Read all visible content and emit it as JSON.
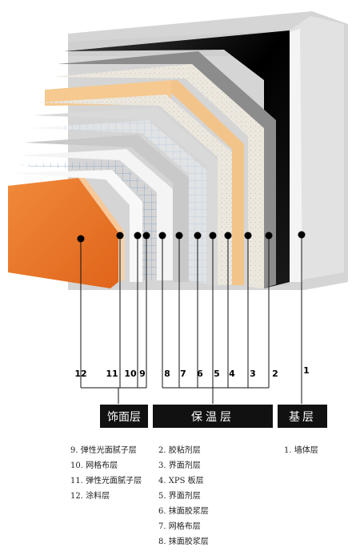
{
  "callout_numbers": [
    "12",
    "11",
    "10",
    "9",
    "8",
    "7",
    "6",
    "5",
    "4",
    "3",
    "2",
    "1"
  ],
  "groups": [
    {
      "label": "饰面层"
    },
    {
      "label": "保温层"
    },
    {
      "label": "基层"
    }
  ],
  "legend": {
    "finish": [
      "9. 弹性光面腻子层",
      "10. 网格布层",
      "11. 弹性光面腻子层",
      "12. 涂料层"
    ],
    "insulation": [
      "2. 胶粘剂层",
      "3. 界面剂层",
      "4. XPS 板层",
      "5. 界面剂层",
      "6. 抹面胶浆层",
      "7. 网格布层",
      "8. 抹面胶浆层"
    ],
    "base": [
      "1. 墙体层"
    ]
  },
  "colors": {
    "wall": "#0a0a0a",
    "adhesive": "#9a9a9a",
    "xps_board": "#f2c48a",
    "mortar": "#e8e4dc",
    "coating": "#e8782a",
    "label_bar": "#111111"
  }
}
